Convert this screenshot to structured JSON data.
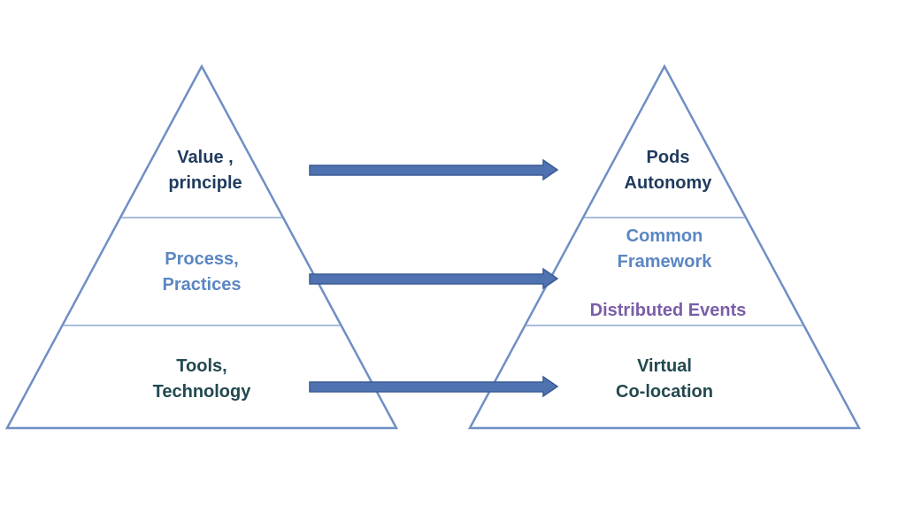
{
  "colors": {
    "outline": "#6f8fc4",
    "arrow_fill": "#4f72b0",
    "arrow_stroke": "#3a5a92",
    "text_dark": "#1f3b5e",
    "text_mid": "#5b86c3",
    "text_teal": "#22484f",
    "text_purple": "#7a5ea8"
  },
  "left_pyramid": {
    "top": {
      "line1": "Value ,",
      "line2": "principle"
    },
    "middle": {
      "line1": "Process,",
      "line2": "Practices"
    },
    "bottom": {
      "line1": "Tools,",
      "line2": "Technology"
    }
  },
  "right_pyramid": {
    "top": {
      "line1": "Pods",
      "line2": "Autonomy"
    },
    "middle": {
      "line1": "Common",
      "line2": "Framework",
      "line3": "Distributed Events"
    },
    "bottom": {
      "line1": "Virtual",
      "line2": "Co-location"
    }
  },
  "arrows": [
    {
      "from": "top",
      "to": "top"
    },
    {
      "from": "middle",
      "to": "middle"
    },
    {
      "from": "bottom",
      "to": "bottom"
    }
  ]
}
